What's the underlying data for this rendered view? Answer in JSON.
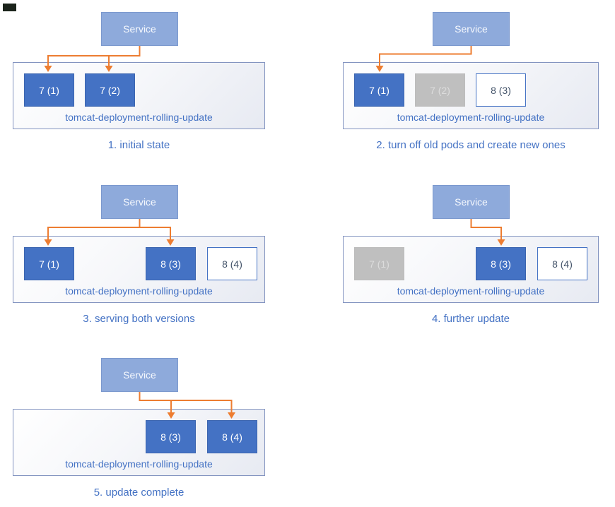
{
  "colors": {
    "pod_active_blue": "#4472C4",
    "pod_terminated_gray": "#BFBFBF",
    "pod_new_border_blue": "#4472C4",
    "service_blue": "#8EAADB",
    "arrow_orange": "#ED7D31",
    "text_blue": "#4472C4"
  },
  "panels": [
    {
      "caption": "1. initial state",
      "service_label": "Service",
      "deployment_label": "tomcat-deployment-rolling-update",
      "pods": [
        {
          "label": "7 (1)",
          "state": "active"
        },
        {
          "label": "7 (2)",
          "state": "active"
        }
      ]
    },
    {
      "caption": "2. turn off old pods and create new ones",
      "service_label": "Service",
      "deployment_label": "tomcat-deployment-rolling-update",
      "pods": [
        {
          "label": "7 (1)",
          "state": "active"
        },
        {
          "label": "7 (2)",
          "state": "terminated"
        },
        {
          "label": "8 (3)",
          "state": "new"
        }
      ]
    },
    {
      "caption": "3. serving both versions",
      "service_label": "Service",
      "deployment_label": "tomcat-deployment-rolling-update",
      "pods": [
        {
          "label": "7 (1)",
          "state": "active"
        },
        {
          "label": "8 (3)",
          "state": "active"
        },
        {
          "label": "8 (4)",
          "state": "new"
        }
      ]
    },
    {
      "caption": "4. further update",
      "service_label": "Service",
      "deployment_label": "tomcat-deployment-rolling-update",
      "pods": [
        {
          "label": "7 (1)",
          "state": "terminated"
        },
        {
          "label": "8 (3)",
          "state": "active"
        },
        {
          "label": "8 (4)",
          "state": "new"
        }
      ]
    },
    {
      "caption": "5. update complete",
      "service_label": "Service",
      "deployment_label": "tomcat-deployment-rolling-update",
      "pods": [
        {
          "label": "8 (3)",
          "state": "active"
        },
        {
          "label": "8 (4)",
          "state": "active"
        }
      ]
    }
  ]
}
